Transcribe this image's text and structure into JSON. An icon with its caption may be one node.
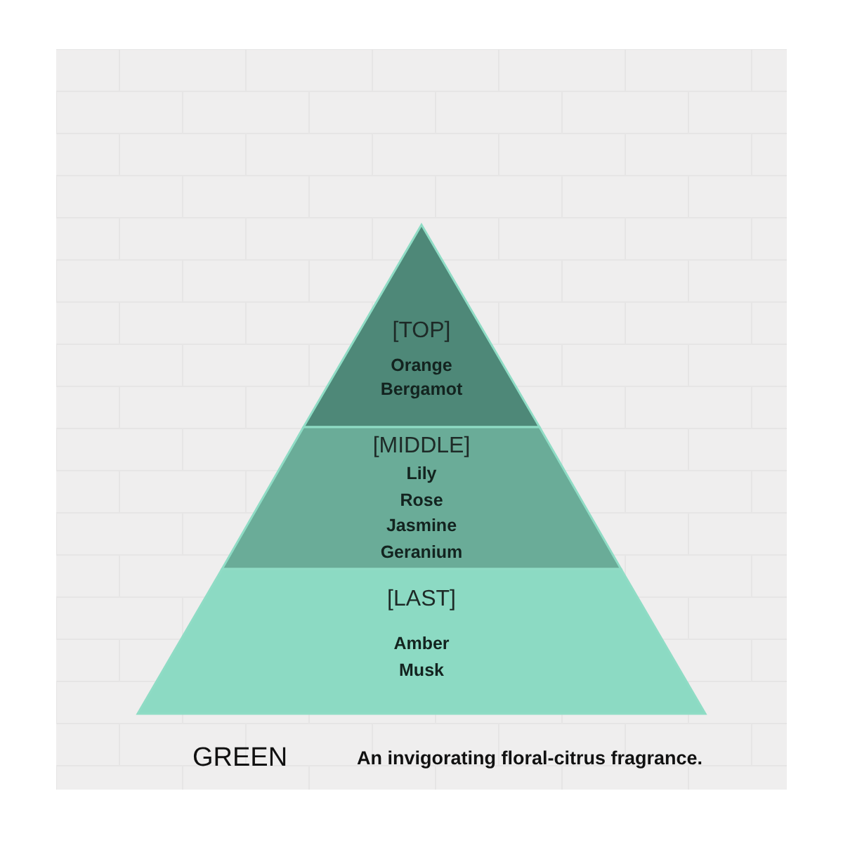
{
  "diagram": {
    "nodes": [
      {
        "text": [
          "[TOP]",
          "Orange",
          "Bergamot"
        ]
      },
      {
        "text": [
          "[MIDDLE]",
          "Lily",
          "Rose",
          "Jasmine",
          "Geranium"
        ]
      },
      {
        "text": [
          "[LAST]",
          "Amber",
          "Musk"
        ]
      }
    ],
    "labels": [
      "GREEN",
      "An invigorating floral-citrus fragrance."
    ]
  }
}
